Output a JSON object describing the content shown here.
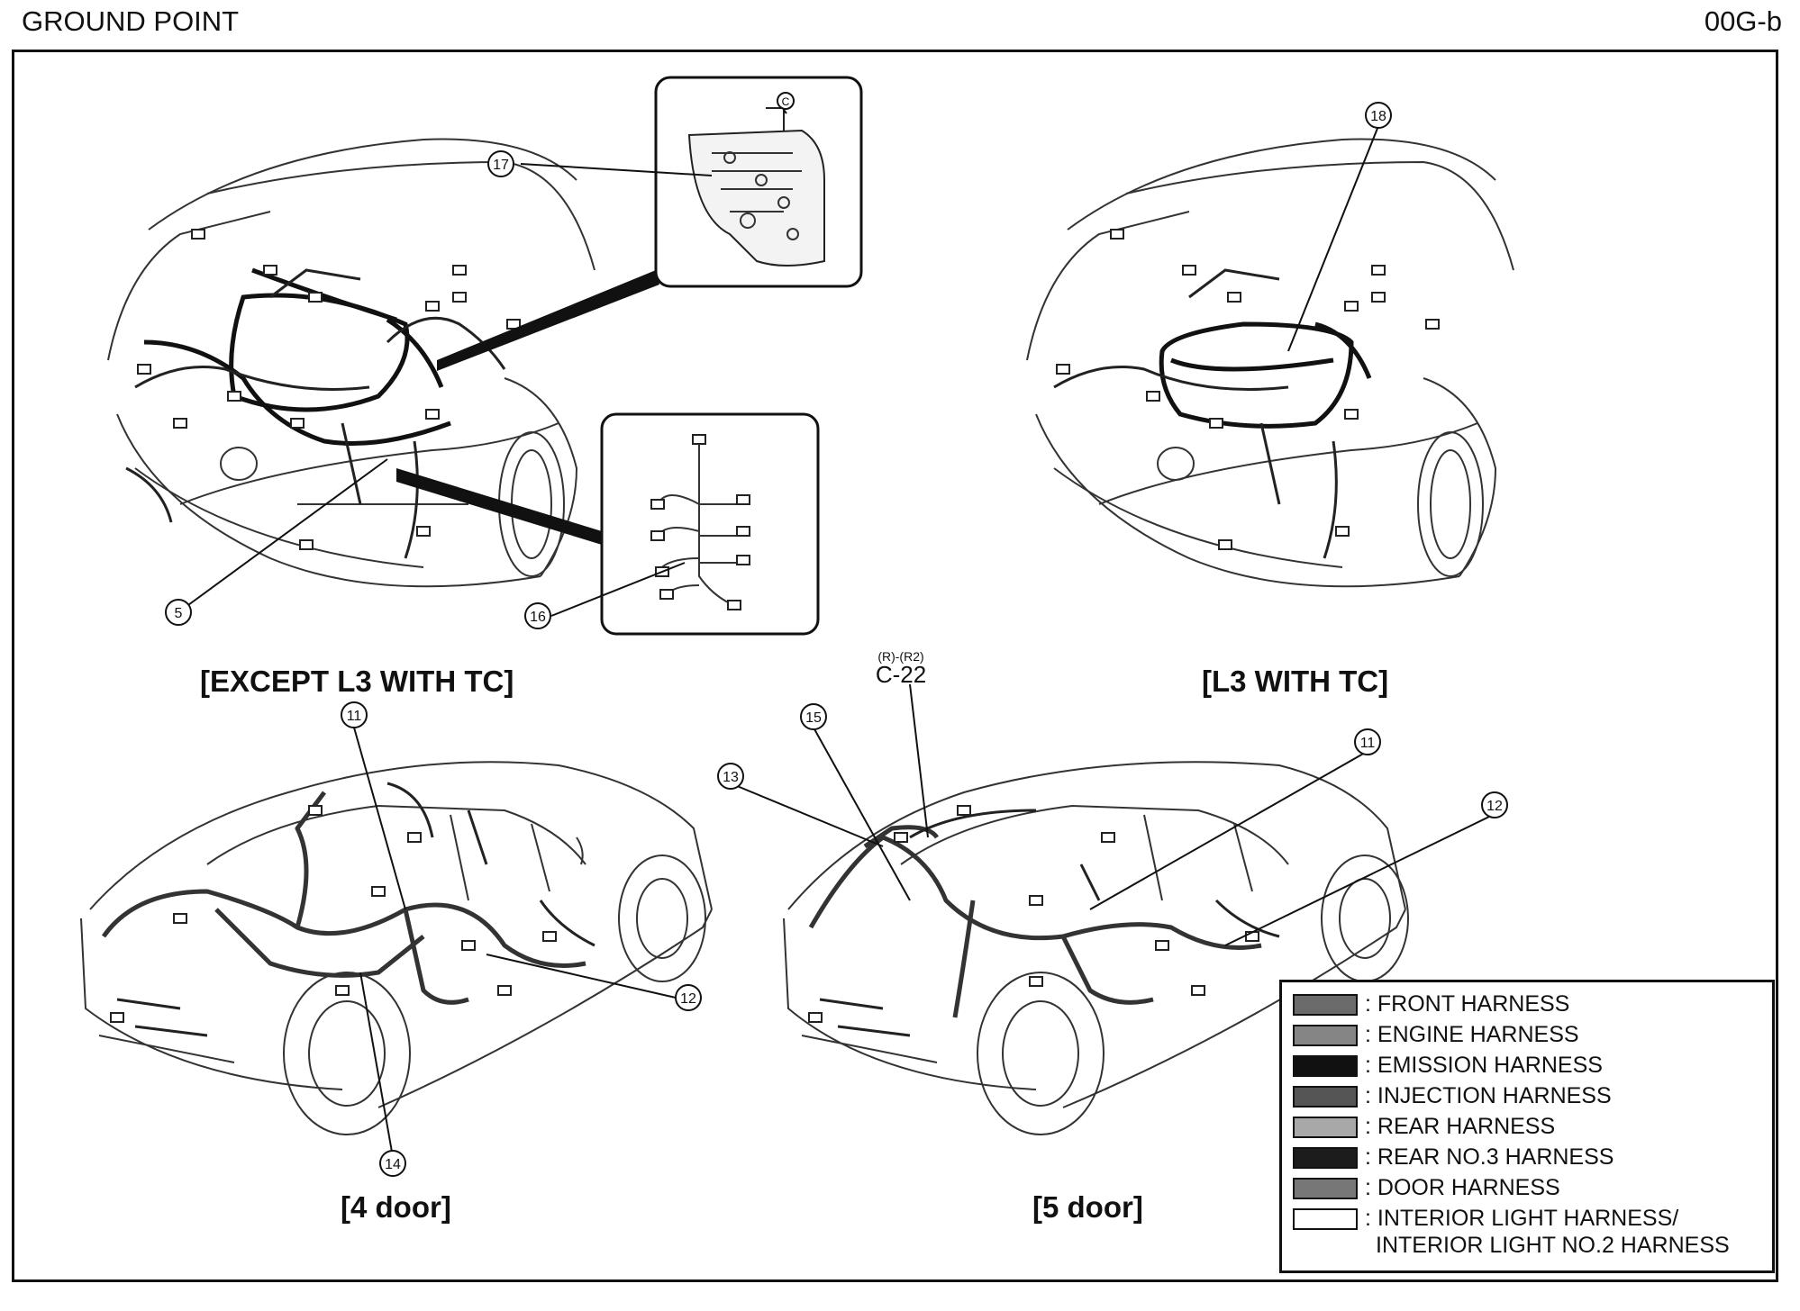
{
  "header": {
    "title": "GROUND POINT",
    "code": "00G-b"
  },
  "views": {
    "except_l3": "[EXCEPT L3 WITH TC]",
    "l3": "[L3 WITH TC]",
    "four_door": "[4 door]",
    "five_door": "[5 door]"
  },
  "connector_ref": {
    "sub": "(R)-(R2)",
    "main": "C-22"
  },
  "callouts": {
    "c5": "5",
    "c11a": "11",
    "c11b": "11",
    "c12a": "12",
    "c12b": "12",
    "c13": "13",
    "c14": "14",
    "c15": "15",
    "c16": "16",
    "c17": "17",
    "c18": "18",
    "detail_c": "C"
  },
  "legend": {
    "items": [
      {
        "label": ": FRONT HARNESS",
        "color": "#6b6b6b"
      },
      {
        "label": ": ENGINE HARNESS",
        "color": "#858585"
      },
      {
        "label": ": EMISSION HARNESS",
        "color": "#111111"
      },
      {
        "label": ": INJECTION HARNESS",
        "color": "#555555"
      },
      {
        "label": ": REAR HARNESS",
        "color": "#a8a8a8"
      },
      {
        "label": ": REAR NO.3 HARNESS",
        "color": "#1c1c1c"
      },
      {
        "label": ": DOOR HARNESS",
        "color": "#777777"
      },
      {
        "label": ": INTERIOR LIGHT HARNESS/",
        "label2": "INTERIOR LIGHT NO.2 HARNESS",
        "color": "#ffffff"
      }
    ]
  }
}
